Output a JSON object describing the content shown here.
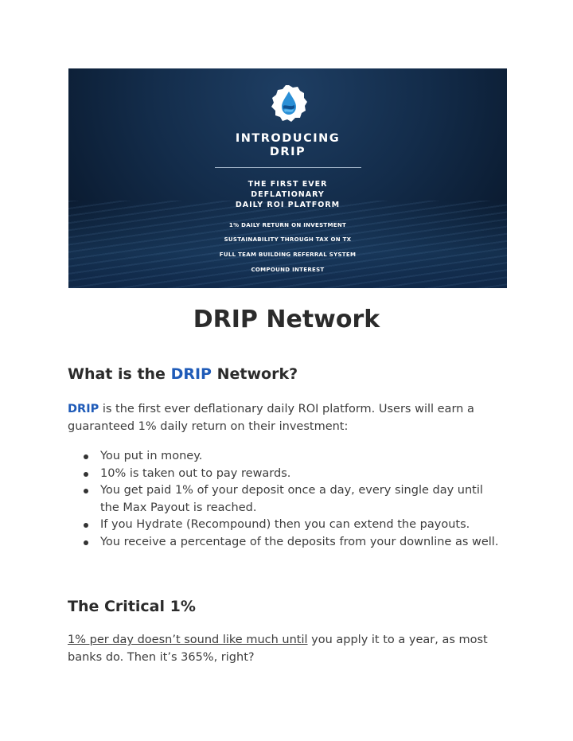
{
  "banner": {
    "title_line1": "INTRODUCING",
    "title_line2": "DRIP",
    "subtitle_lines": [
      "THE FIRST EVER",
      "DEFLATIONARY",
      "DAILY ROI PLATFORM"
    ],
    "features": [
      "1% DAILY RETURN ON INVESTMENT",
      "SUSTAINABILITY THROUGH TAX ON TX",
      "FULL TEAM BUILDING REFERRAL SYSTEM",
      "COMPOUND INTEREST"
    ],
    "logo_icon": "water-drop-icon"
  },
  "document": {
    "title": "DRIP Network",
    "section1": {
      "heading_prefix": "What is the",
      "heading_accent": "DRIP",
      "heading_suffix": "Network?",
      "intro_accent": "DRIP",
      "intro_text": " is the first ever deflationary daily ROI platform. Users will earn a guaranteed 1% daily return on their investment:",
      "bullets": [
        "You put in money.",
        "10% is taken out to pay rewards.",
        "You get paid 1% of your deposit once a day, every single day until the Max Payout is reached.",
        "If you Hydrate (Recompound) then you can extend the payouts.",
        "You receive a percentage of the deposits from your downline as well."
      ]
    },
    "section2": {
      "heading": "The Critical 1%",
      "para_underlined": "1% per day doesn’t sound like much until",
      "para_rest": " you apply it to a year, as most banks do. Then it’s 365%, right?"
    }
  },
  "colors": {
    "accent": "#1f5bb8",
    "banner_bg": "#132c4a",
    "text": "#3d3d3d"
  }
}
